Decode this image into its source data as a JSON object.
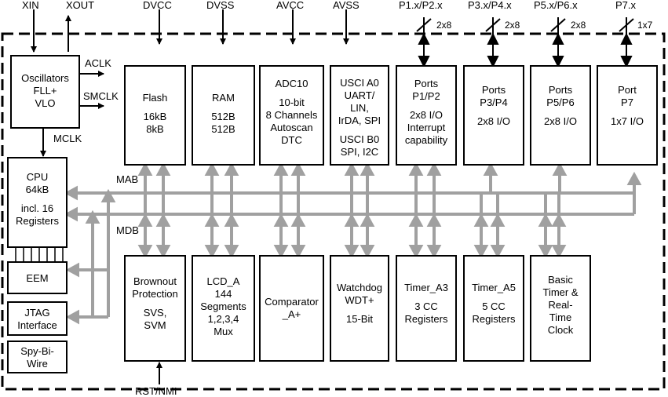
{
  "top_pins": {
    "xin": "XIN",
    "xout": "XOUT",
    "dvcc": "DVCC",
    "dvss": "DVSS",
    "avcc": "AVCC",
    "avss": "AVSS",
    "p1": "P1.x/P2.x",
    "p3": "P3.x/P4.x",
    "p5": "P5.x/P6.x",
    "p7": "P7.x"
  },
  "bus_widths": {
    "p1": "2x8",
    "p3": "2x8",
    "p5": "2x8",
    "p7": "1x7"
  },
  "signals": {
    "aclk": "ACLK",
    "smclk": "SMCLK",
    "mclk": "MCLK",
    "mab": "MAB",
    "mdb": "MDB"
  },
  "bottom_pin": "RST/NMI",
  "blocks": {
    "osc": [
      "Oscillators",
      "FLL+",
      "VLO"
    ],
    "cpu": [
      "CPU",
      "64kB",
      "",
      "incl. 16",
      "Registers"
    ],
    "flash": [
      "Flash",
      "",
      "16kB",
      "8kB"
    ],
    "ram": [
      "RAM",
      "",
      "512B",
      "512B"
    ],
    "adc": [
      "ADC10",
      "",
      "10-bit",
      "8 Channels",
      "Autoscan",
      "DTC"
    ],
    "usci": [
      "USCI A0",
      "UART/",
      "LIN,",
      "IrDA, SPI",
      "",
      "USCI B0",
      "SPI, I2C"
    ],
    "p12": [
      "Ports",
      "P1/P2",
      "",
      "2x8 I/O",
      "Interrupt",
      "capability"
    ],
    "p34": [
      "Ports",
      "P3/P4",
      "",
      "2x8 I/O"
    ],
    "p56": [
      "Ports",
      "P5/P6",
      "",
      "2x8 I/O"
    ],
    "p7": [
      "Port",
      "P7",
      "",
      "1x7 I/O"
    ],
    "eem": [
      "EEM"
    ],
    "jtag": [
      "JTAG",
      "Interface"
    ],
    "sbw": [
      "Spy-Bi-",
      "Wire"
    ],
    "bor": [
      "Brownout",
      "Protection",
      "",
      "SVS,",
      "SVM"
    ],
    "lcd": [
      "LCD_A",
      "144",
      "Segments",
      "1,2,3,4",
      "Mux"
    ],
    "comp": [
      "Comparator",
      "_A+"
    ],
    "wdt": [
      "Watchdog",
      "WDT+",
      "",
      "15-Bit"
    ],
    "ta3": [
      "Timer_A3",
      "",
      "3 CC",
      "Registers"
    ],
    "ta5": [
      "Timer_A5",
      "",
      "5 CC",
      "Registers"
    ],
    "bt": [
      "Basic",
      "Timer &",
      "Real-",
      "Time",
      "Clock"
    ]
  },
  "colors": {
    "bus": "#a0a0a0",
    "line": "#000000"
  }
}
